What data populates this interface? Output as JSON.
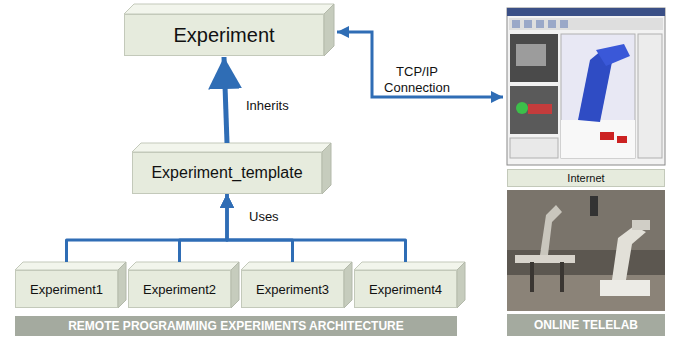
{
  "diagram": {
    "nodes": [
      {
        "text": [
          "Experiment"
        ]
      },
      {
        "text": [
          "Experiment_template"
        ]
      },
      {
        "text": [
          "Experiment1"
        ]
      },
      {
        "text": [
          "Experiment2"
        ]
      },
      {
        "text": [
          "Experiment3"
        ]
      },
      {
        "text": [
          "Experiment4"
        ]
      },
      {
        "text": [
          "REMOTE PROGRAMMING EXPERIMENTS ARCHITECTURE"
        ]
      },
      {
        "text": [
          "Internet"
        ]
      },
      {
        "text": [
          "ONLINE TELELAB"
        ]
      }
    ],
    "edges": [
      {
        "from": 1,
        "to": 0,
        "arrow": "to",
        "label": "Inherits"
      },
      {
        "from": 2,
        "to": 1,
        "arrow": "to",
        "label": "Uses"
      },
      {
        "from": 3,
        "to": 1,
        "arrow": "to"
      },
      {
        "from": 4,
        "to": 1,
        "arrow": "to"
      },
      {
        "from": 5,
        "to": 1,
        "arrow": "to"
      }
    ],
    "labels": [
      "TCP/IP Connection"
    ]
  }
}
